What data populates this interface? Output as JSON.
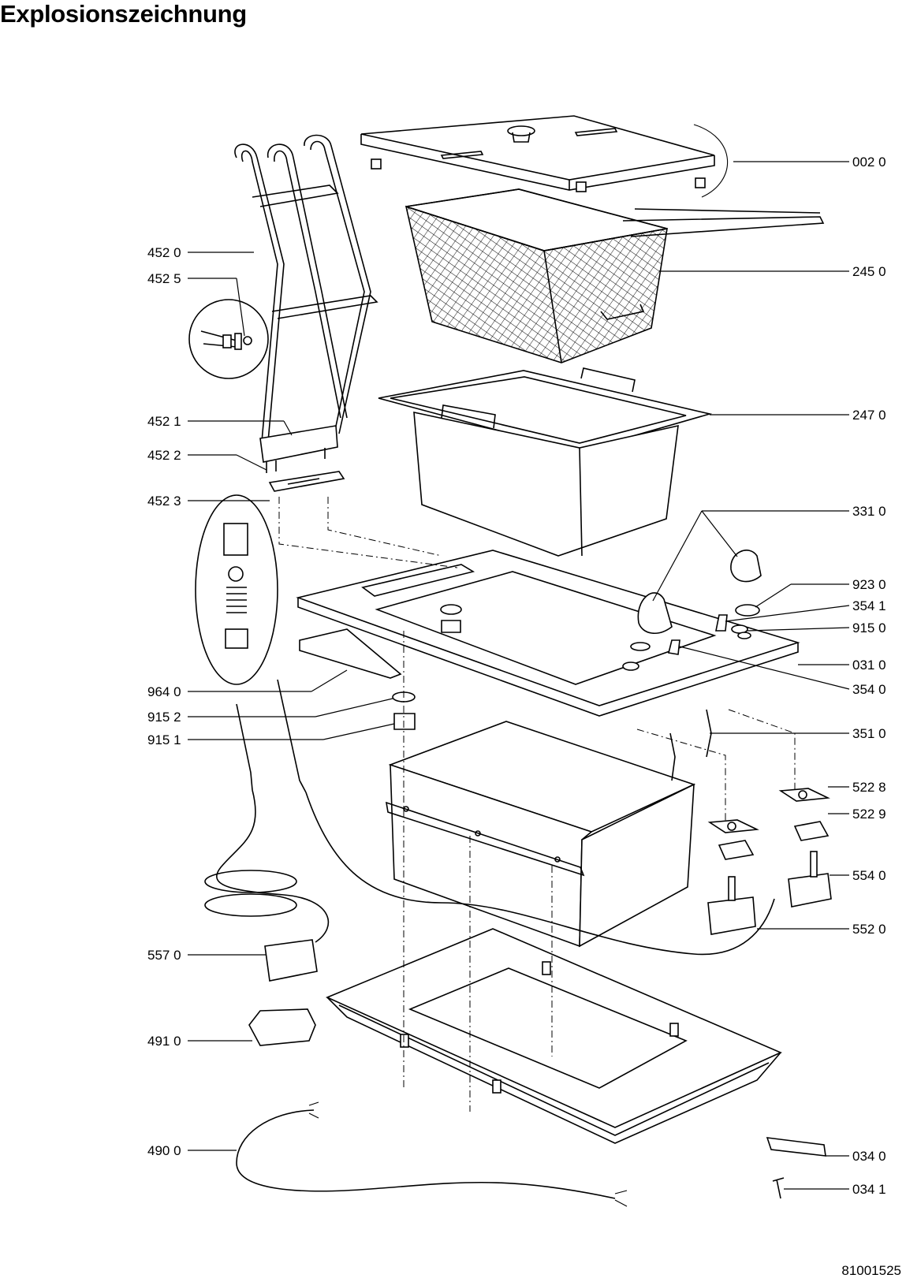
{
  "title": "Explosionszeichnung",
  "document_number": "81001525",
  "labels": {
    "p0020": "002 0",
    "p2450": "245 0",
    "p2470": "247 0",
    "p3310": "331 0",
    "p9230": "923 0",
    "p3541": "354 1",
    "p9150": "915 0",
    "p0310": "031 0",
    "p3540": "354 0",
    "p3510": "351 0",
    "p5228": "522 8",
    "p5229": "522 9",
    "p5540": "554 0",
    "p5520": "552 0",
    "p0340": "034 0",
    "p0341": "034 1",
    "p4520": "452 0",
    "p4525": "452 5",
    "p4521": "452 1",
    "p4522": "452 2",
    "p4523": "452 3",
    "p9640": "964 0",
    "p9152": "915 2",
    "p9151": "915 1",
    "p5570": "557 0",
    "p4910": "491 0",
    "p4900": "490 0"
  }
}
